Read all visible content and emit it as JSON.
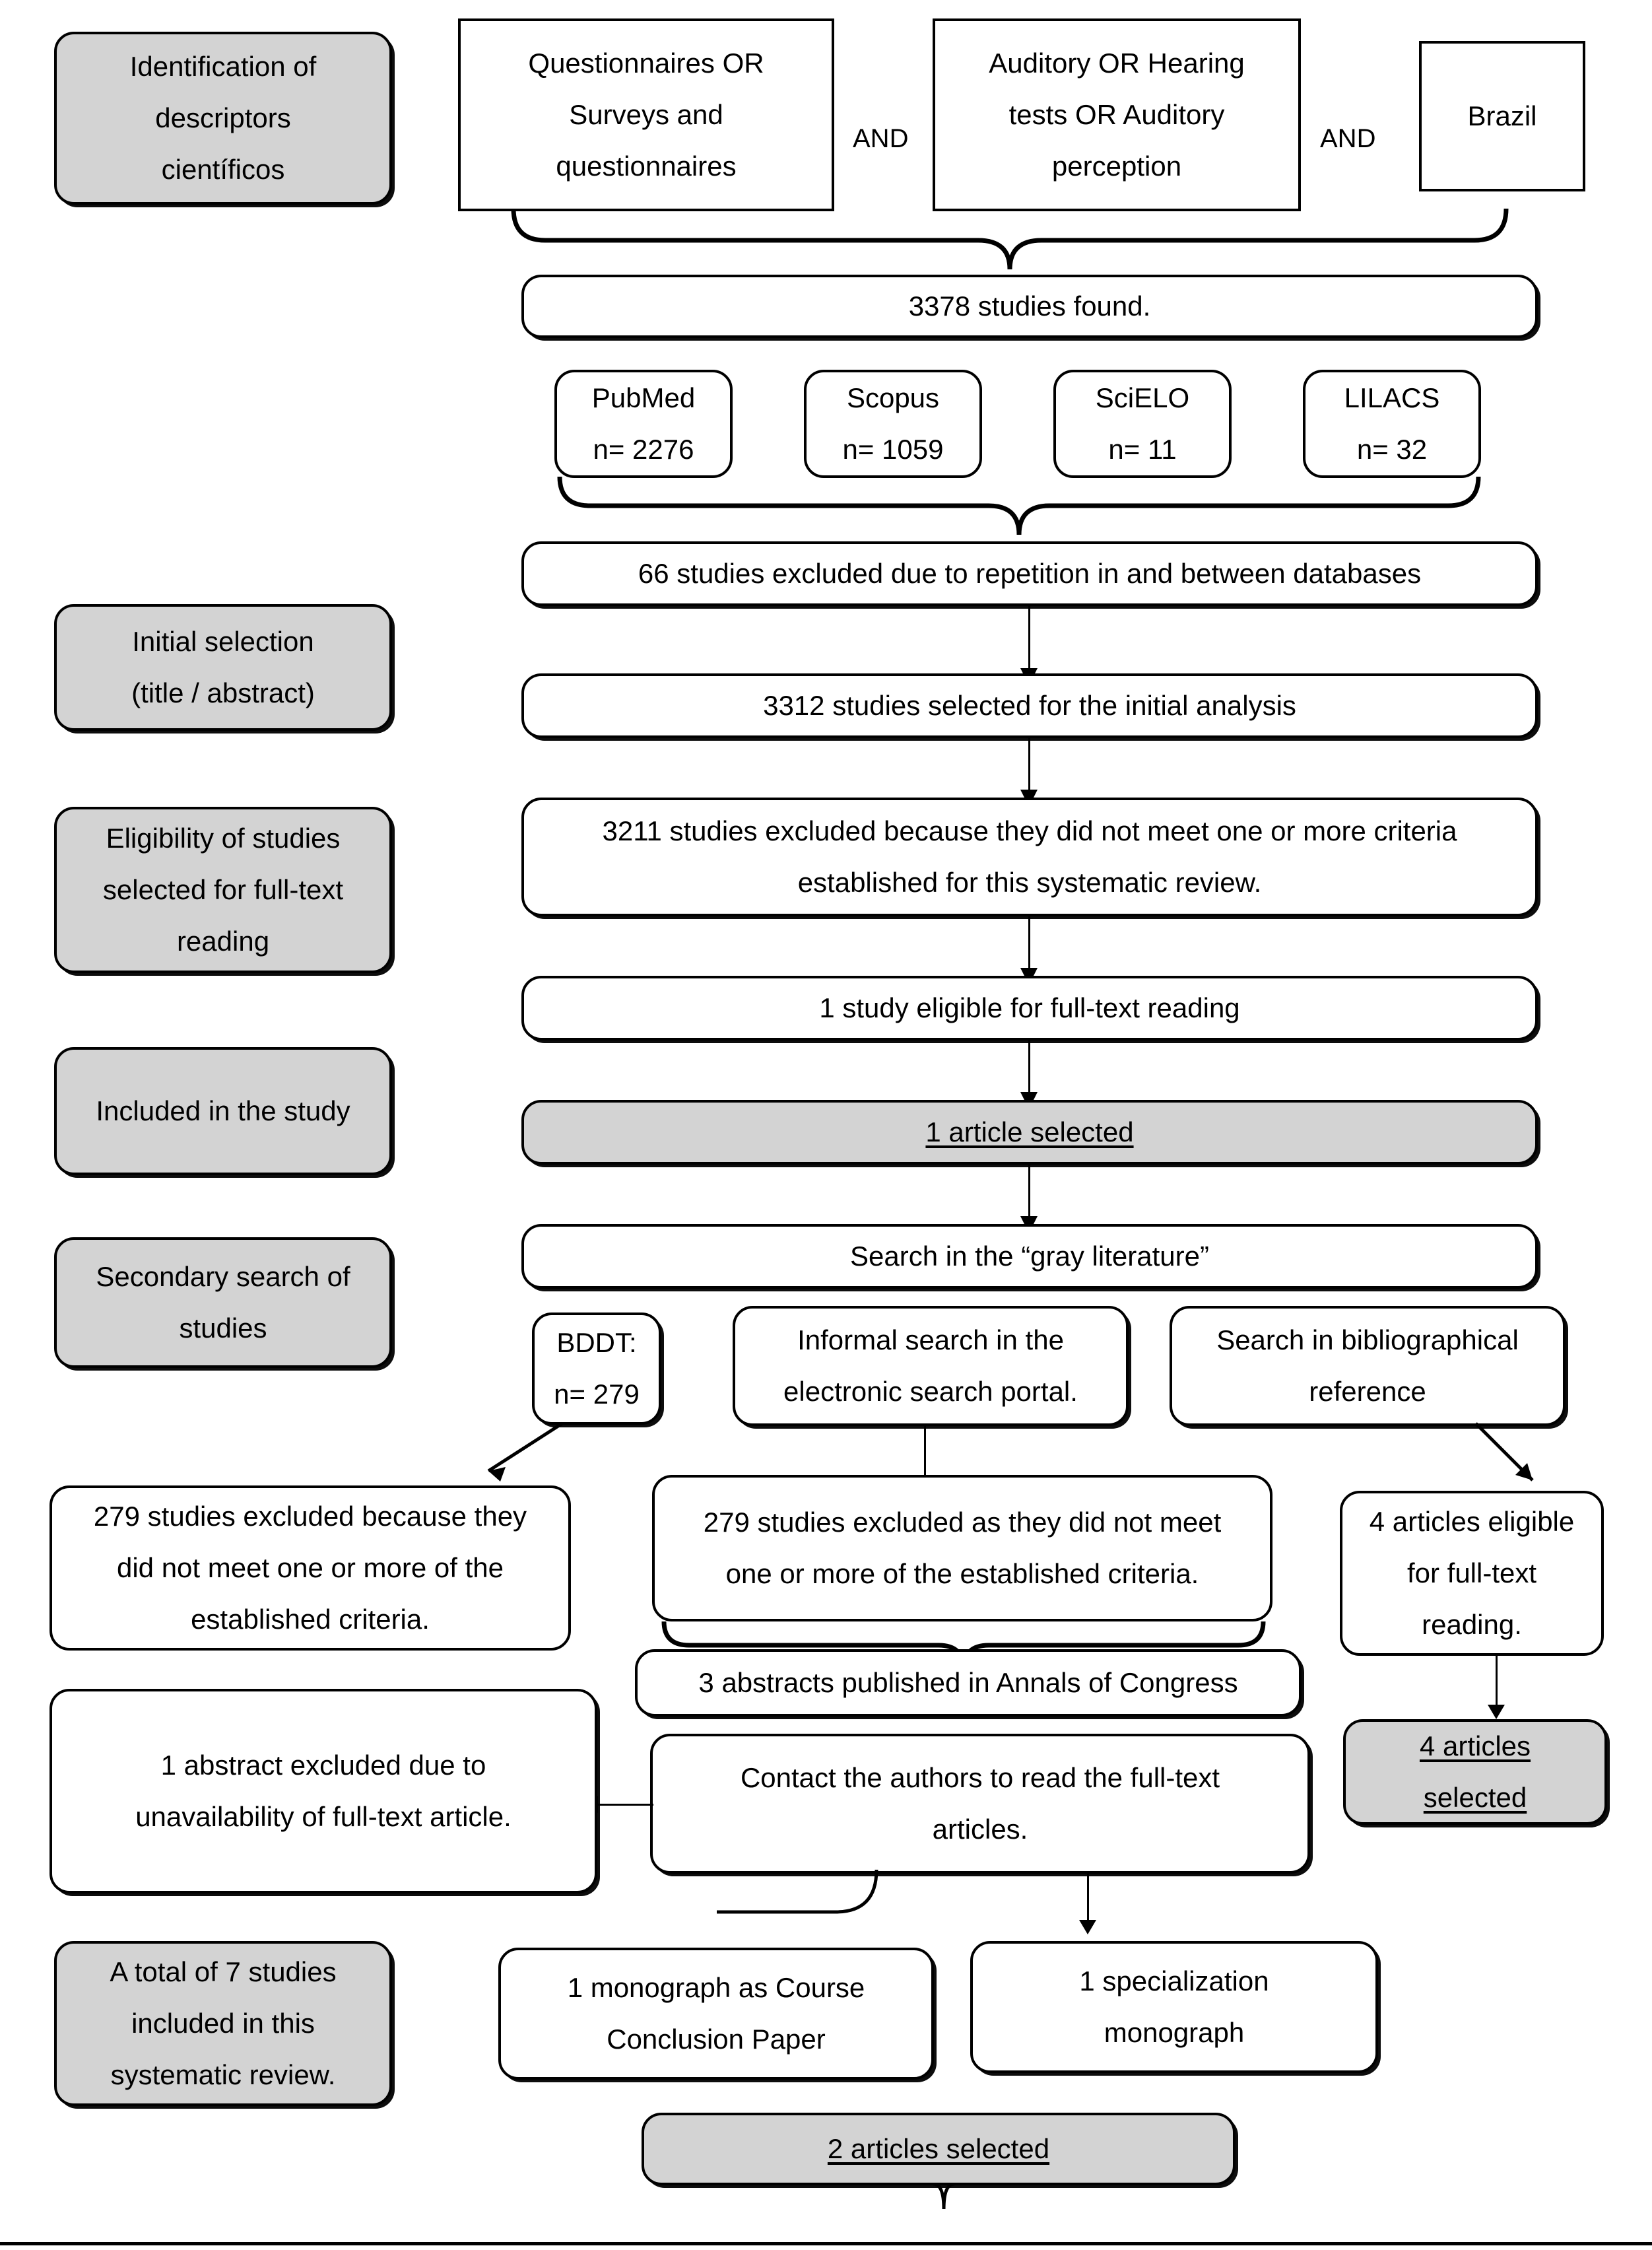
{
  "diagram": {
    "title": "Study selection flowchart for systematic review",
    "colors": {
      "shaded_fill": "#d3d3d3",
      "plain_fill": "#ffffff",
      "stroke": "#000000"
    },
    "stage_labels": [
      {
        "id": "stage-identification",
        "line1": "Identification of",
        "line2": "descriptors",
        "line3": "científicos"
      },
      {
        "id": "stage-initial-selection",
        "line1": "Initial selection",
        "line2": "(title / abstract)"
      },
      {
        "id": "stage-eligibility",
        "line1": "Eligibility of studies",
        "line2": "selected for full-text",
        "line3": "reading"
      },
      {
        "id": "stage-included",
        "line1": "Included in the study"
      },
      {
        "id": "stage-secondary-search",
        "line1": "Secondary search of",
        "line2": "studies"
      },
      {
        "id": "stage-total",
        "line1": "A total of 7 studies",
        "line2": "included in this",
        "line3": "systematic review."
      }
    ],
    "search_terms": {
      "term1": {
        "line1": "Questionnaires OR",
        "line2": "Surveys and",
        "line3": "questionnaires"
      },
      "operator1": "AND",
      "term2": {
        "line1": "Auditory OR Hearing",
        "line2": "tests OR Auditory",
        "line3": "perception"
      },
      "operator2": "AND",
      "term3": {
        "line1": "Brazil"
      }
    },
    "found": "3378 studies found.",
    "databases": [
      {
        "name": "PubMed",
        "count": "n= 2276"
      },
      {
        "name": "Scopus",
        "count": "n= 1059"
      },
      {
        "name": "SciELO",
        "count": "n= 11"
      },
      {
        "name": "LILACS",
        "count": "n= 32"
      }
    ],
    "excluded_repetition": "66 studies excluded due to repetition in and between databases",
    "selected_initial": "3312 studies selected for the initial analysis",
    "excluded_criteria": {
      "line1": "3211 studies excluded because they did not meet one or more criteria",
      "line2": "established for this systematic review."
    },
    "eligible_fulltext": "1 study eligible for full-text reading",
    "article_selected_1": "1 article selected",
    "gray_literature": "Search in the “gray literature”",
    "gray_sources": {
      "bddt": {
        "line1": "BDDT:",
        "line2": "n= 279"
      },
      "informal": {
        "line1": "Informal search in the",
        "line2": "electronic search portal."
      },
      "bibliographic": {
        "line1": "Search in bibliographical",
        "line2": "reference"
      }
    },
    "excluded_bddt": {
      "line1": "279 studies excluded because they",
      "line2": "did not meet one or more of the",
      "line3": "established criteria."
    },
    "excluded_informal": {
      "line1": "279 studies excluded as they did not meet",
      "line2": "one or more of the established criteria."
    },
    "eligible_4": {
      "line1": "4 articles eligible",
      "line2": "for full-text",
      "line3": "reading."
    },
    "abstracts_congress": "3 abstracts published in Annals of Congress",
    "contact_authors": {
      "line1": "Contact the authors to read the full-text",
      "line2": "articles."
    },
    "abstract_excluded": {
      "line1": "1 abstract excluded due to",
      "line2": "unavailability of full-text article."
    },
    "articles_selected_4": {
      "line1": "4 articles",
      "line2": "selected"
    },
    "monograph_course": {
      "line1": "1 monograph as Course",
      "line2": "Conclusion Paper"
    },
    "monograph_spec": {
      "line1": "1 specialization",
      "line2": "monograph"
    },
    "articles_selected_2": "2 articles selected"
  }
}
